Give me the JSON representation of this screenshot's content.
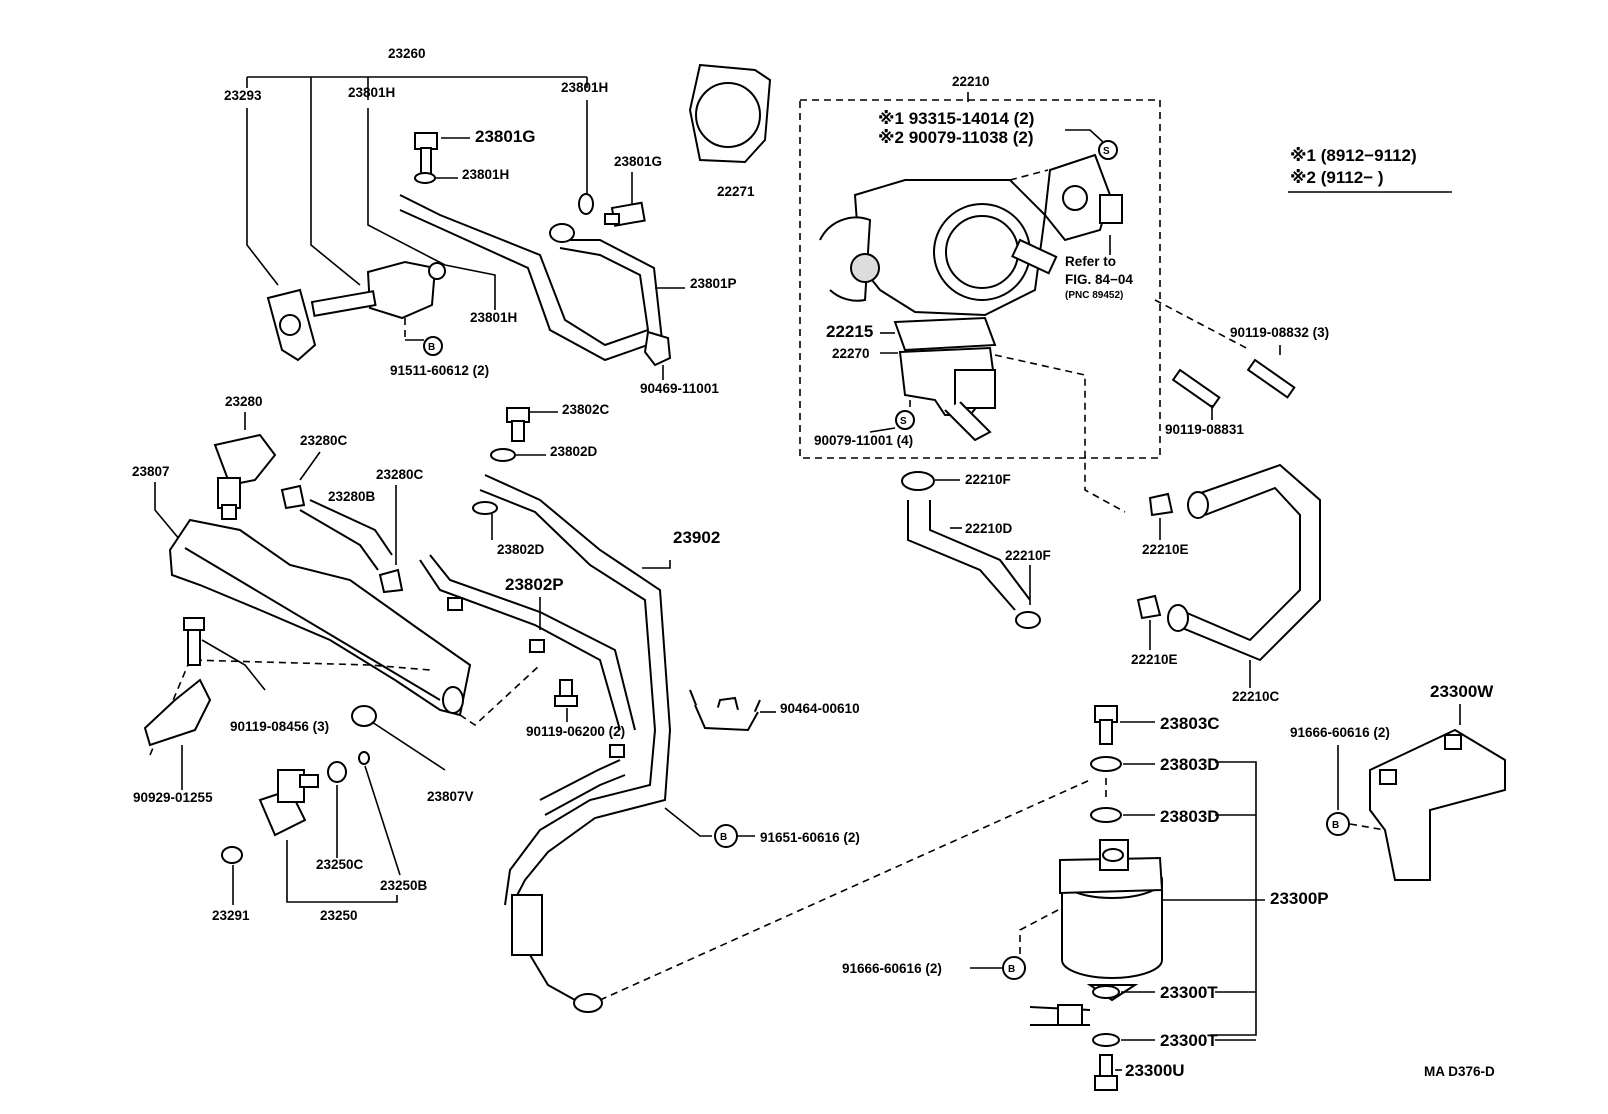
{
  "footer_code": "MA D376-D",
  "legend": {
    "note1": "※1 (8912−9112)",
    "note2": "※2 (9112−        )"
  },
  "throttle_box_notes": {
    "note1": "※1 93315-14014 (2)",
    "note2": "※2 90079-11038 (2)",
    "refer_line1": "Refer to",
    "refer_line2": "FIG. 84−04",
    "refer_line3": "(PNC 89452)"
  },
  "symbols": {
    "b": "B",
    "s": "S"
  },
  "labels": {
    "p23260": "23260",
    "p23293": "23293",
    "p23801H_a": "23801H",
    "p23801H_b": "23801H",
    "p23801G_a": "23801G",
    "p23801H_c": "23801H",
    "p23801G_b": "23801G",
    "p23801H_d": "23801H",
    "p23801P": "23801P",
    "p91511": "91511-60612 (2)",
    "p90469": "90469-11001",
    "p22271": "22271",
    "p22210": "22210",
    "p22215": "22215",
    "p22270": "22270",
    "p90079_11001": "90079-11001 (4)",
    "p90119_08832": "90119-08832 (3)",
    "p90119_08831": "90119-08831",
    "p22210F_a": "22210F",
    "p22210D": "22210D",
    "p22210F_b": "22210F",
    "p22210E_a": "22210E",
    "p22210E_b": "22210E",
    "p22210C": "22210C",
    "p23280": "23280",
    "p23280C_a": "23280C",
    "p23280C_b": "23280C",
    "p23280B": "23280B",
    "p23807": "23807",
    "p23802C": "23802C",
    "p23802D_a": "23802D",
    "p23802D_b": "23802D",
    "p23902": "23902",
    "p23802P": "23802P",
    "p90119_08456": "90119-08456 (3)",
    "p90929": "90929-01255",
    "p90119_06200": "90119-06200 (2)",
    "p90464": "90464-00610",
    "p23807V": "23807V",
    "p23250C": "23250C",
    "p23250B": "23250B",
    "p23250": "23250",
    "p23291": "23291",
    "p91651": "91651-60616 (2)",
    "p23803C": "23803C",
    "p23803D_a": "23803D",
    "p23803D_b": "23803D",
    "p23300P": "23300P",
    "p91666_a": "91666-60616 (2)",
    "p91666_b": "91666-60616 (2)",
    "p23300W": "23300W",
    "p23300T_a": "23300T",
    "p23300T_b": "23300T",
    "p23300U": "23300U"
  }
}
